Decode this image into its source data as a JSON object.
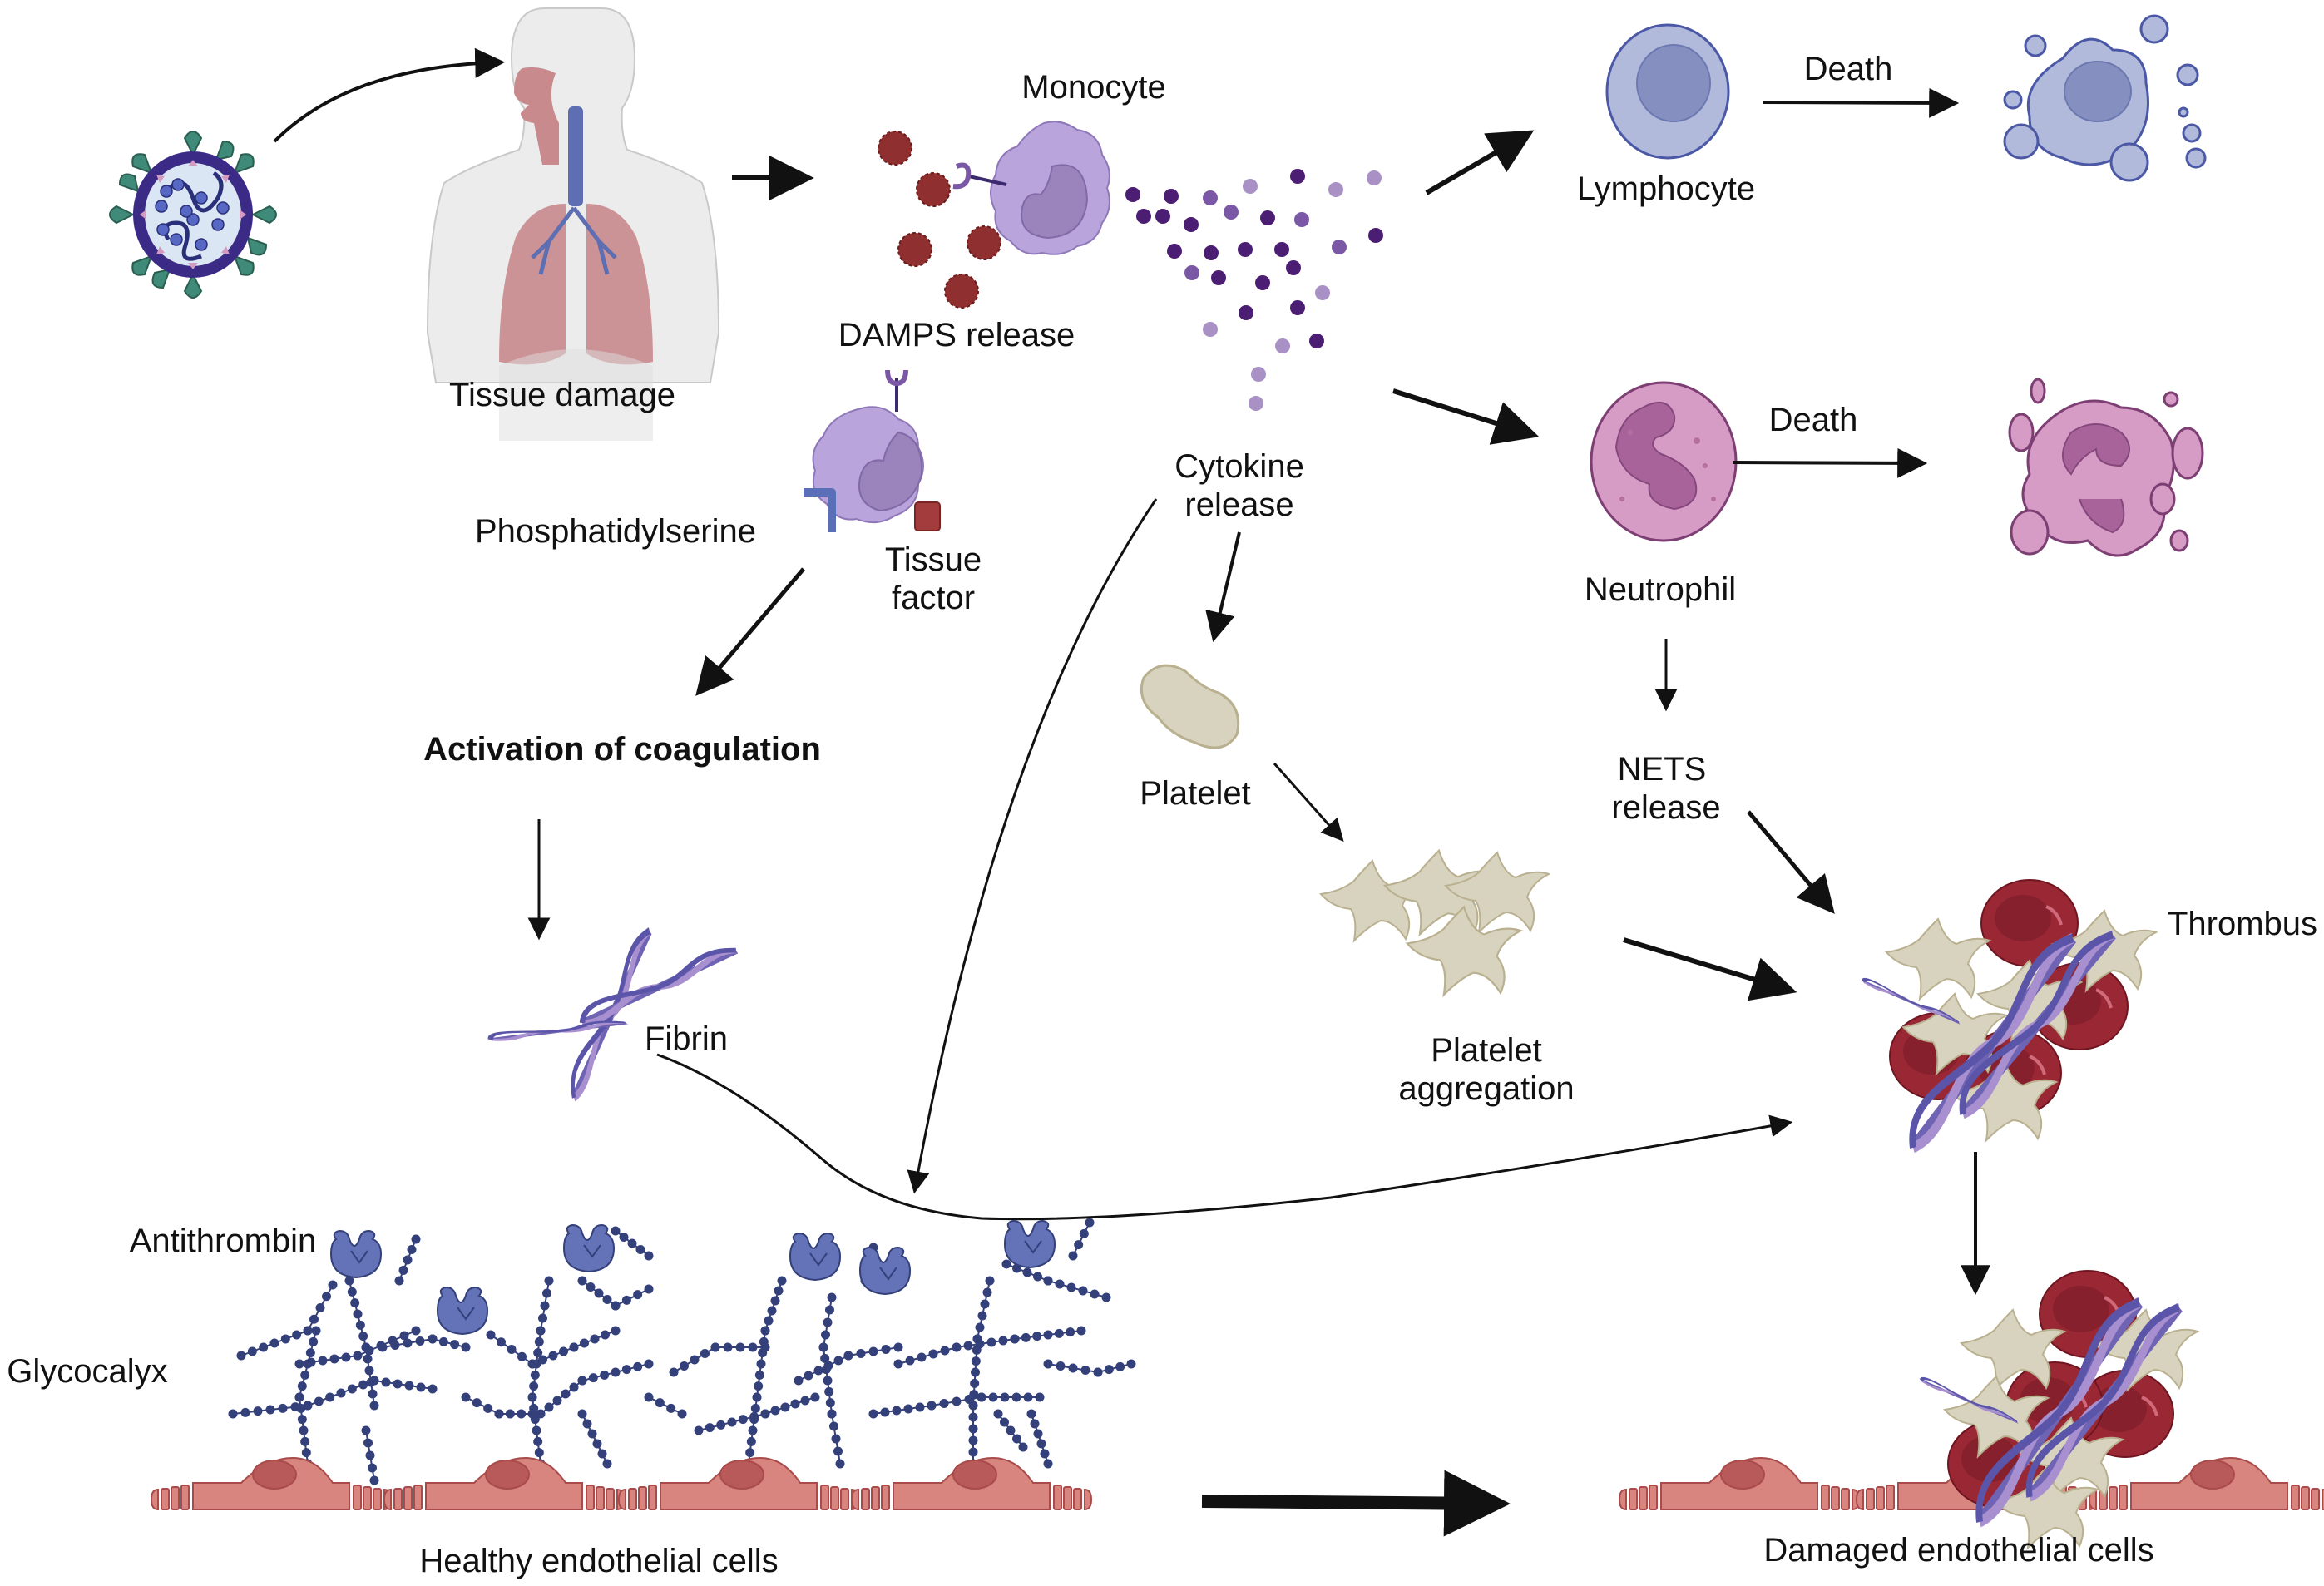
{
  "title": "COVID-19 immunothrombosis pathway",
  "labels": {
    "tissue_damage": "Tissue damage",
    "monocyte": "Monocyte",
    "damps_release": "DAMPS release",
    "cytokine_release_1": "Cytokine",
    "cytokine_release_2": "release",
    "lymphocyte": "Lymphocyte",
    "death_lymphocyte": "Death",
    "neutrophil": "Neutrophil",
    "death_neutrophil": "Death",
    "phosphatidylserine": "Phosphatidylserine",
    "tissue_factor_1": "Tissue",
    "tissue_factor_2": "factor",
    "activation_of_coagulation": "Activation of coagulation",
    "fibrin": "Fibrin",
    "platelet": "Platelet",
    "platelet_aggregation_1": "Platelet",
    "platelet_aggregation_2": "aggregation",
    "nets_release_1": "NETS",
    "nets_release_2": "release",
    "thrombus": "Thrombus",
    "antithrombin": "Antithrombin",
    "glycocalyx": "Glycocalyx",
    "healthy_endothelial_cells": "Healthy endothelial cells",
    "damaged_endothelial_cells": "Damaged endothelial cells"
  },
  "icons": {
    "virus": "sars-cov-2-virus-icon",
    "human_torso": "human-respiratory-system-icon",
    "monocyte": "monocyte-cell-icon",
    "damps": "damp-particle-icon",
    "cytokines": "cytokine-dot-icon",
    "lymphocyte": "lymphocyte-cell-icon",
    "dead_lymphocyte": "apoptotic-lymphocyte-icon",
    "neutrophil": "neutrophil-cell-icon",
    "dead_neutrophil": "dying-neutrophil-icon",
    "activated_monocyte": "activated-monocyte-icon",
    "fibrin": "fibrin-strand-icon",
    "platelet": "platelet-icon",
    "platelet_aggregate": "platelet-aggregate-icon",
    "thrombus": "thrombus-icon",
    "antithrombin": "antithrombin-icon",
    "endothelial_cell": "endothelial-cell-icon"
  },
  "colors": {
    "virus_spike": "#3f8a78",
    "virus_envelope": "#3b2a86",
    "virus_core": "#dbe6f4",
    "rna": "#2a2f7a",
    "tissue": "#b45a62",
    "monocyte": "#b9a4dc",
    "monocyte_nucleus": "#9b83bb",
    "damp": "#8f2f2f",
    "cytokine_dark": "#4b1d73",
    "cytokine_mid": "#7a58a6",
    "cytokine_light": "#a991c6",
    "lymphocyte": "#b2badc",
    "lymphocyte_nucleus": "#8690c0",
    "neutrophil": "#d69cc6",
    "neutrophil_nucleus": "#a8649a",
    "platelet": "#d8d3bf",
    "rbc": "#9a2834",
    "fibrin_a": "#6f63b4",
    "fibrin_b": "#a88fcf",
    "glycocalyx": "#34407a",
    "antithrombin": "#6473b8",
    "endothelial": "#d9857f",
    "endothelial_nucleus": "#b85a5a",
    "phosphatidylserine": "#5a6fb8",
    "tissue_factor": "#a33c3c",
    "arrow": "#111111"
  }
}
